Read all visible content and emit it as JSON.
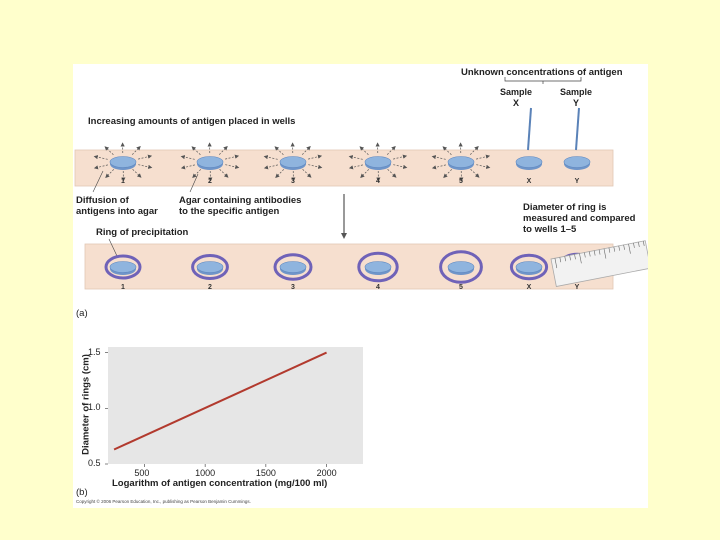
{
  "panel_a": {
    "label": "(a)",
    "title_unknown": "Unknown concentrations of antigen",
    "sample_x": "Sample\nX",
    "sample_y": "Sample\nY",
    "title_increasing": "Increasing amounts of antigen placed in wells",
    "well_labels": [
      "1",
      "2",
      "3",
      "4",
      "5",
      "X",
      "Y"
    ],
    "diffusion_label": "Diffusion of\nantigens into agar",
    "agar_label": "Agar containing antibodies\nto the specific antigen",
    "diameter_label": "Diameter of ring is\nmeasured and compared\nto wells 1–5",
    "ring_label": "Ring of precipitation",
    "ring_relative_sizes": [
      1.0,
      1.1,
      1.25,
      1.55,
      1.85,
      1.15,
      1.35
    ],
    "colors": {
      "slide": "#f6dfcf",
      "well": "#8fb4de",
      "ring": "#6f62b8",
      "arrow": "#555555"
    }
  },
  "panel_b": {
    "label": "(b)",
    "copyright": "Copyright © 2006 Pearson Education, Inc., publishing as Pearson Benjamin Cummings."
  },
  "chart_data": {
    "type": "line",
    "title": "",
    "xlabel": "Logarithm of antigen concentration (mg/100 ml)",
    "ylabel": "Diameter of rings (cm)",
    "xlim": [
      200,
      2300
    ],
    "ylim": [
      0.5,
      1.55
    ],
    "xticks": [
      500,
      1000,
      1500,
      2000
    ],
    "yticks": [
      0.5,
      1.0,
      1.5
    ],
    "grid": false,
    "series": [
      {
        "x": [
          250,
          2000
        ],
        "y": [
          0.63,
          1.5
        ],
        "color": "#b23a2e"
      }
    ]
  }
}
